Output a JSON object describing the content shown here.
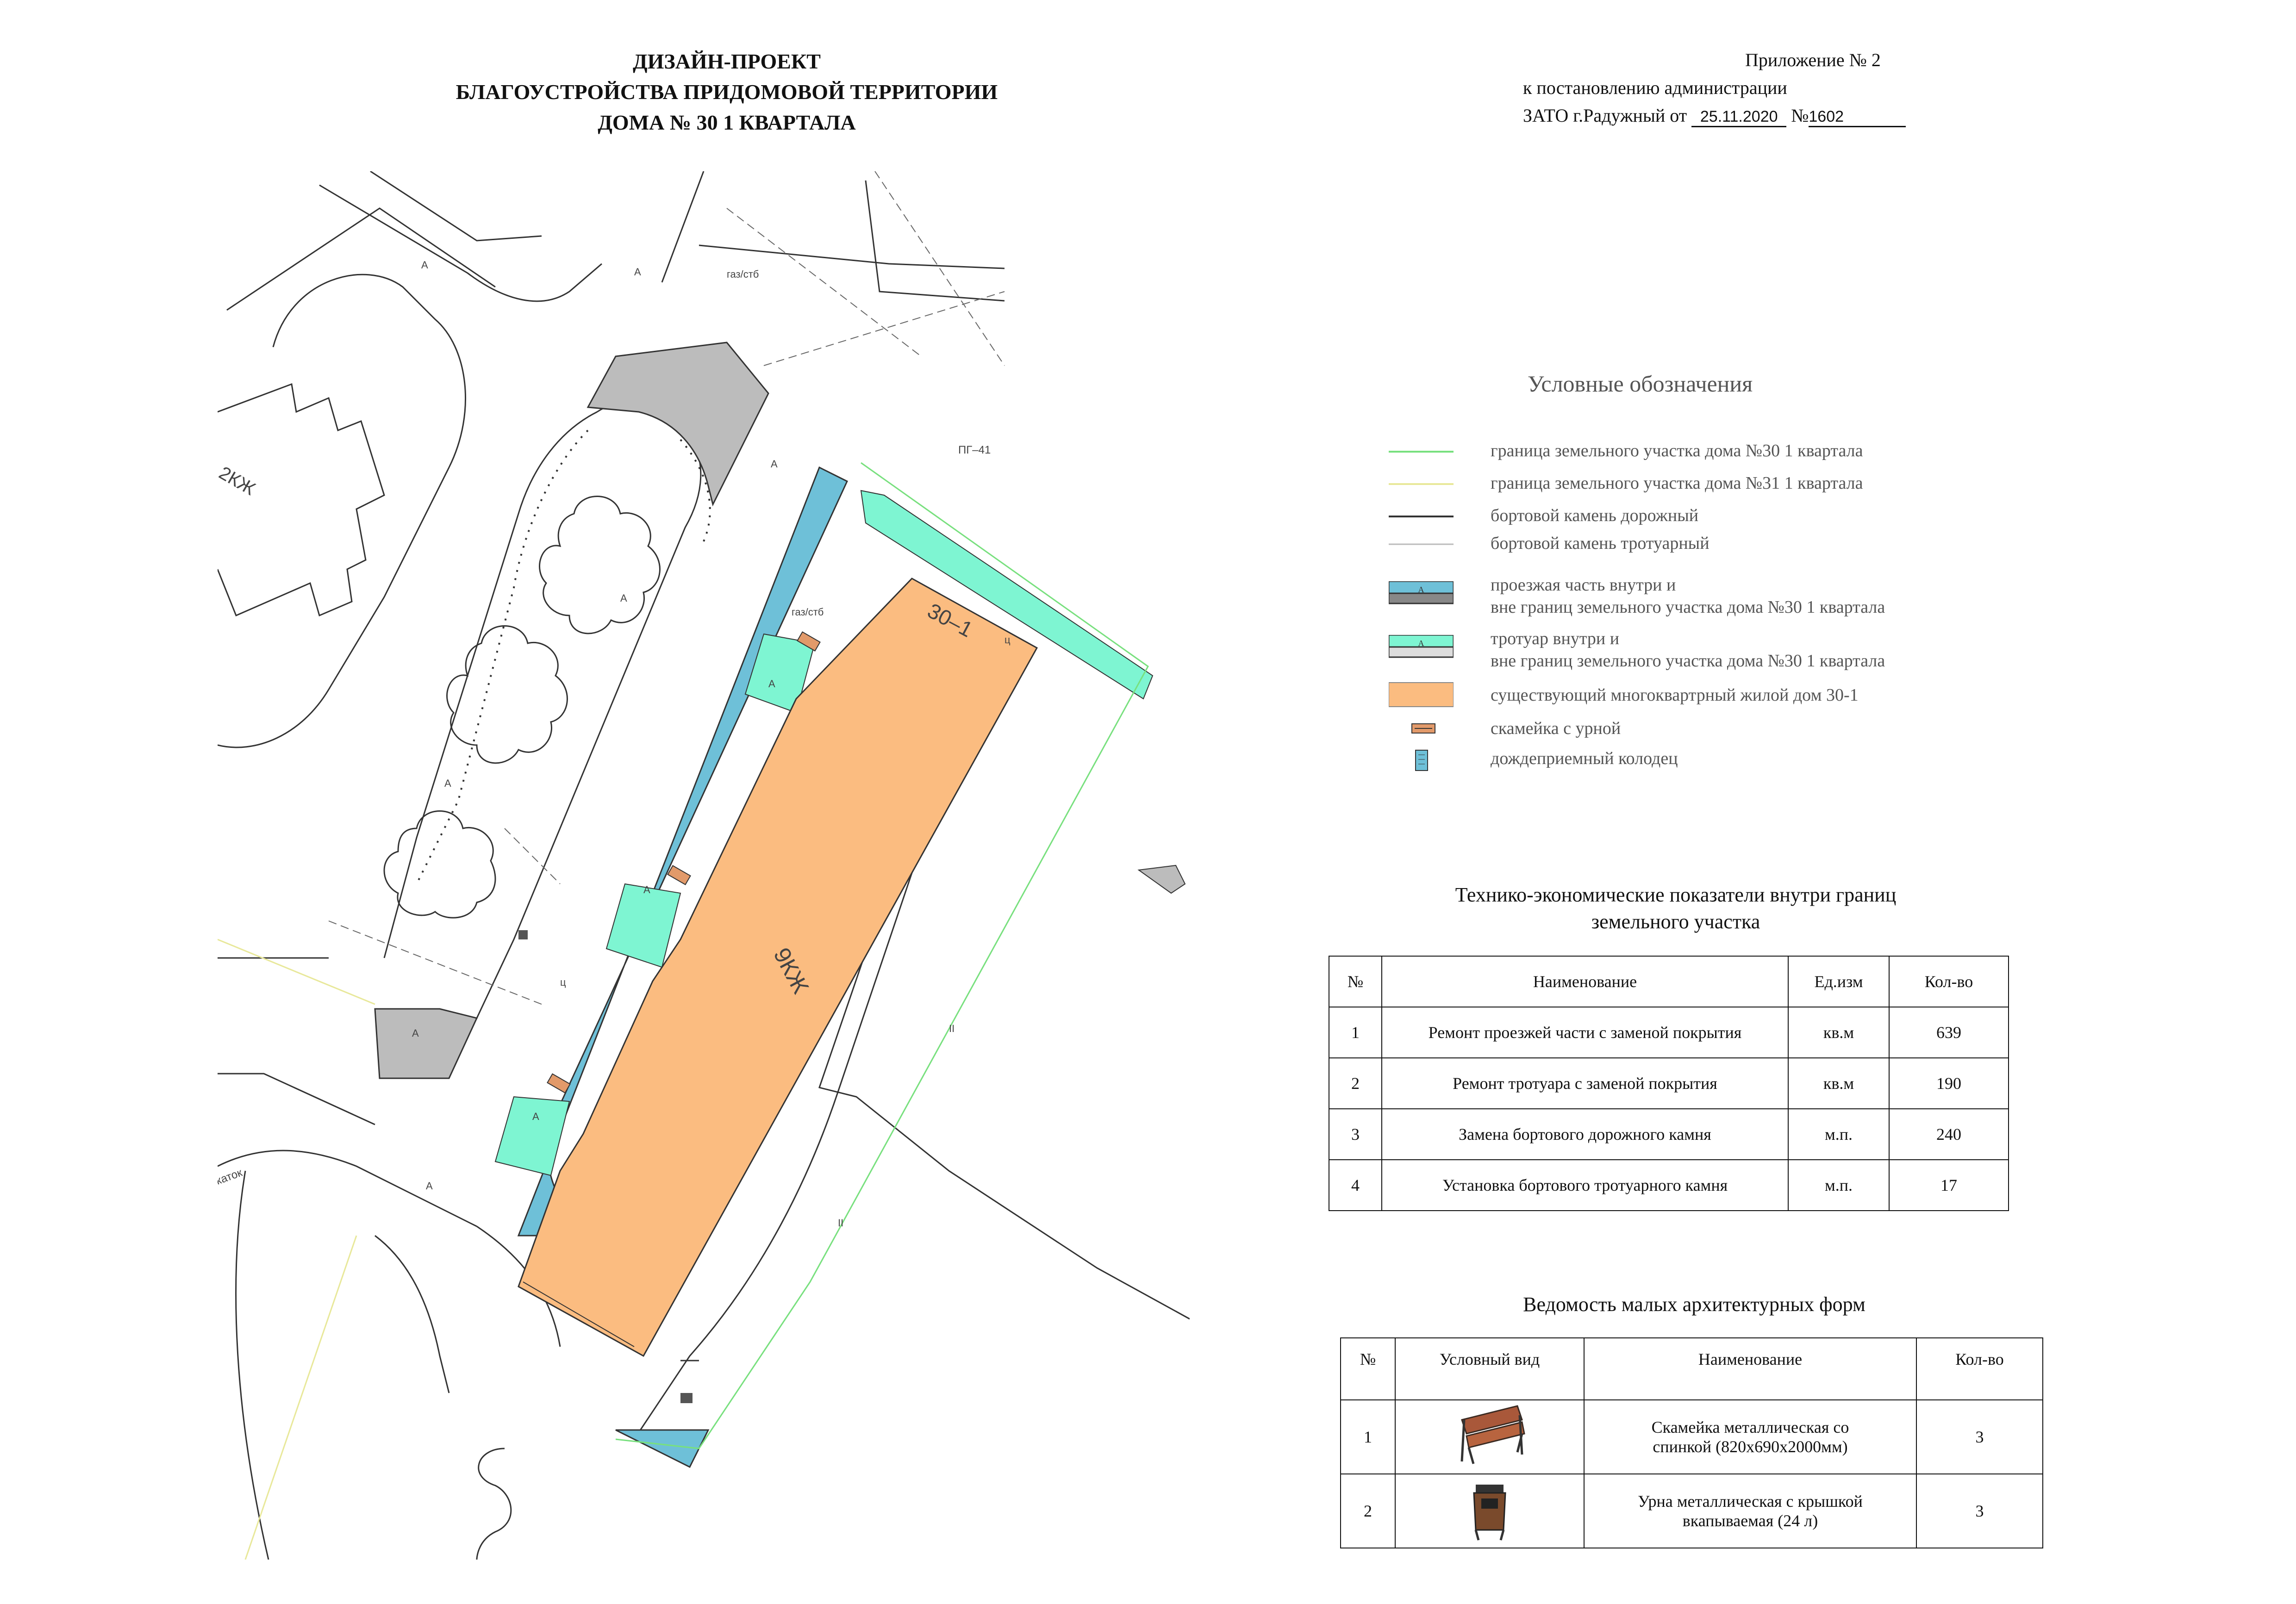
{
  "title": {
    "line1": "ДИЗАЙН-ПРОЕКТ",
    "line2": "БЛАГОУСТРОЙСТВА ПРИДОМОВОЙ ТЕРРИТОРИИ",
    "line3": "ДОМА № 30  1 КВАРТАЛА"
  },
  "appendix": {
    "line1": "Приложение  № 2",
    "line2": "к постановлению администрации",
    "line3_prefix": "ЗАТО г.Радужный от",
    "date": "25.11.2020",
    "num_prefix": "№",
    "number": "1602"
  },
  "map": {
    "label_building_num": "30–1",
    "label_building_floors": "9КЖ",
    "label_2kzh": "2КЖ",
    "label_pg": "ПГ–41",
    "label_gaz1": "газ/стб",
    "label_gaz2": "газ/стб",
    "label_katok": "каток",
    "label_A": "А",
    "label_c": "ц",
    "label_ii": "II",
    "colors": {
      "roadway": "#6ec0d8",
      "sidewalk": "#7ef5d2",
      "building": "#fbbc80",
      "gray": "#bcbcbc",
      "boundary30": "#78e07e",
      "boundary31": "#e8e89a"
    }
  },
  "legend": {
    "title": "Условные обозначения",
    "items": [
      {
        "text": "граница земельного участка дома №30 1 квартала"
      },
      {
        "text": "граница земельного участка дома №31 1 квартала"
      },
      {
        "text": "бортовой камень дорожный"
      },
      {
        "text": "бортовой камень тротуарный"
      },
      {
        "text1": "проезжая часть внутри и",
        "text2": "вне границ земельного участка дома №30 1 квартала",
        "mark": "А"
      },
      {
        "text1": "тротуар внутри и",
        "text2": "вне границ земельного участка дома №30 1 квартала",
        "mark": "А"
      },
      {
        "text": "существующий многоквартрный жилой дом 30-1"
      },
      {
        "text": "скамейка с урной"
      },
      {
        "text": "дождеприемный колодец"
      }
    ]
  },
  "tech": {
    "title1": "Технико-экономические показатели внутри границ",
    "title2": "земельного участка",
    "headers": [
      "№",
      "Наименование",
      "Ед.изм",
      "Кол-во"
    ],
    "rows": [
      [
        "1",
        "Ремонт проезжей части с заменой покрытия",
        "кв.м",
        "639"
      ],
      [
        "2",
        "Ремонт тротуара с заменой покрытия",
        "кв.м",
        "190"
      ],
      [
        "3",
        "Замена бортового дорожного камня",
        "м.п.",
        "240"
      ],
      [
        "4",
        "Установка бортового тротуарного камня",
        "м.п.",
        "17"
      ]
    ]
  },
  "maf": {
    "title": "Ведомость малых архитектурных форм",
    "headers": [
      "№",
      "Условный вид",
      "Наименование",
      "Кол-во"
    ],
    "rows": [
      {
        "n": "1",
        "name1": "Скамейка металлическая со",
        "name2": "спинкой (820х690х2000мм)",
        "qty": "3",
        "icon": "bench-icon"
      },
      {
        "n": "2",
        "name1": "Урна металлическая с крышкой",
        "name2": "вкапываемая   (24 л)",
        "qty": "3",
        "icon": "trash-bin-icon"
      }
    ]
  }
}
